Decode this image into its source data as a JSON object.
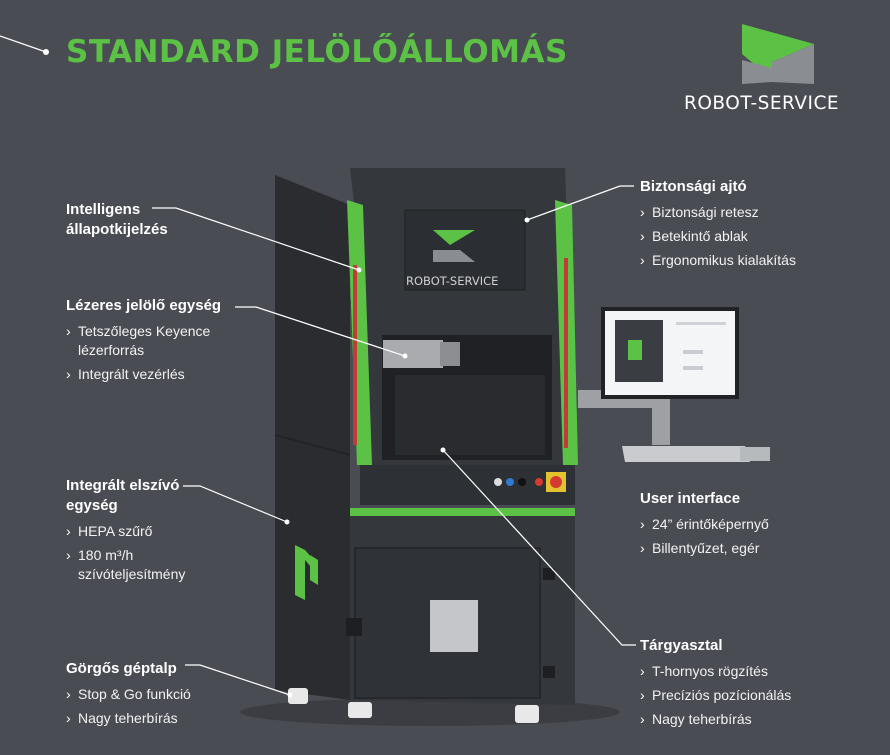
{
  "title": "STANDARD JELÖLŐÁLLOMÁS",
  "brand": {
    "name": "ROBOT-SERVICE",
    "screen_brand": "ROBOT-SERVICE"
  },
  "colors": {
    "background": "#4a4c53",
    "accent": "#5bc246",
    "machine": "#2f3236"
  },
  "features_left": [
    {
      "heading": "Intelligens állapotkijelzés",
      "items": []
    },
    {
      "heading": "Lézeres jelölő egység",
      "items": [
        "Tetszőleges Keyence lézerforrás",
        "Integrált vezérlés"
      ]
    },
    {
      "heading": "Integrált elszívó egység",
      "items": [
        "HEPA szűrő",
        "180 m³/h szívóteljesítmény"
      ]
    },
    {
      "heading": "Görgős géptalp",
      "items": [
        "Stop & Go funkció",
        "Nagy teherbírás"
      ]
    }
  ],
  "features_right": [
    {
      "heading": "Biztonsági ajtó",
      "items": [
        "Biztonsági retesz",
        "Betekintő ablak",
        "Ergonomikus kialakítás"
      ]
    },
    {
      "heading": "User interface",
      "items": [
        "24” érintőképernyő",
        "Billentyűzet, egér"
      ]
    },
    {
      "heading": "Tárgyasztal",
      "items": [
        "T-hornyos rögzítés",
        "Precíziós pozícionálás",
        "Nagy teherbírás"
      ]
    }
  ]
}
